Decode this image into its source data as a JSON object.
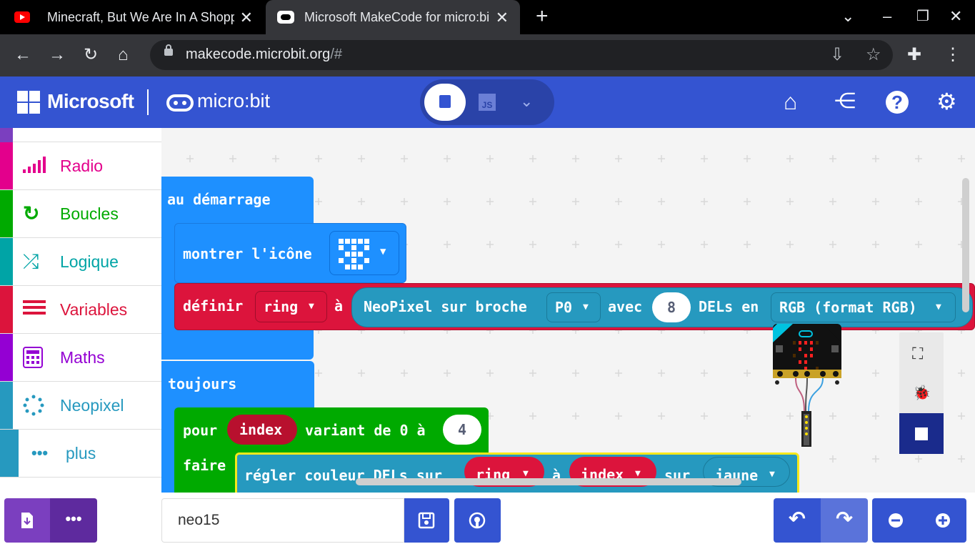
{
  "browser": {
    "tabs": [
      {
        "title": "Minecraft, But We Are In A Shopp",
        "icon": "youtube-icon"
      },
      {
        "title": "Microsoft MakeCode for micro:bi",
        "icon": "microbit-icon"
      }
    ],
    "url_host": "makecode.microbit.org",
    "url_path": "/#"
  },
  "header": {
    "brand": "Microsoft",
    "product": "micro:bit",
    "js_label": "JS"
  },
  "toolbox": {
    "categories": [
      {
        "label": "Radio",
        "color": "#e3008c"
      },
      {
        "label": "Boucles",
        "color": "#00aa00"
      },
      {
        "label": "Logique",
        "color": "#00a4a6"
      },
      {
        "label": "Variables",
        "color": "#dc143c"
      },
      {
        "label": "Maths",
        "color": "#9400d3"
      },
      {
        "label": "Neopixel",
        "color": "#2699bf"
      },
      {
        "label": "plus",
        "color": "#2699bf"
      }
    ]
  },
  "blocks": {
    "on_start": "au démarrage",
    "show_icon": "montrer l'icône",
    "set": "définir",
    "ring_var": "ring",
    "to": "à",
    "neopixel": "NeoPixel sur broche",
    "pin": "P0",
    "with": "avec",
    "led_count": "8",
    "leds_in": "DELs en",
    "format": "RGB (format RGB)",
    "forever": "toujours",
    "for": "pour",
    "index_var": "index",
    "from_to": "variant de 0 à",
    "to_value": "4",
    "do": "faire",
    "set_color": "régler couleur DELs sur",
    "index_at": "index",
    "on": "sur",
    "color": "jaune"
  },
  "project": {
    "name": "neo15"
  }
}
